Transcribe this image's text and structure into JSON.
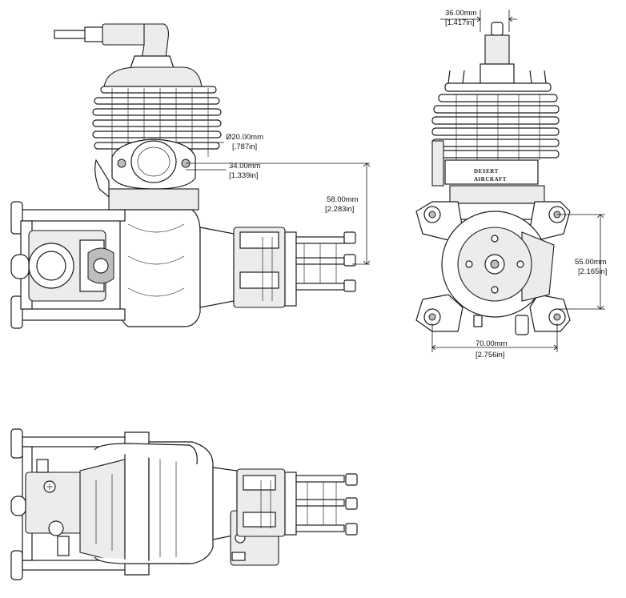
{
  "views": {
    "side": "engine-side-view",
    "front": "engine-front-view",
    "top": "engine-top-view"
  },
  "brand": {
    "line1": "DESERT",
    "line2": "AIRCRAFT"
  },
  "dimensions": {
    "bore_mm": "Ø20.00mm",
    "bore_in": "[.787in]",
    "height34_mm": "34.00mm",
    "height34_in": "[1.339in]",
    "height58_mm": "58.00mm",
    "height58_in": "[2.283in]",
    "width36_mm": "36.00mm",
    "width36_in": "[1.417in]",
    "mount55_mm": "55.00mm",
    "mount55_in": "[2.165in]",
    "mount70_mm": "70.00mm",
    "mount70_in": "[2.756in]"
  }
}
